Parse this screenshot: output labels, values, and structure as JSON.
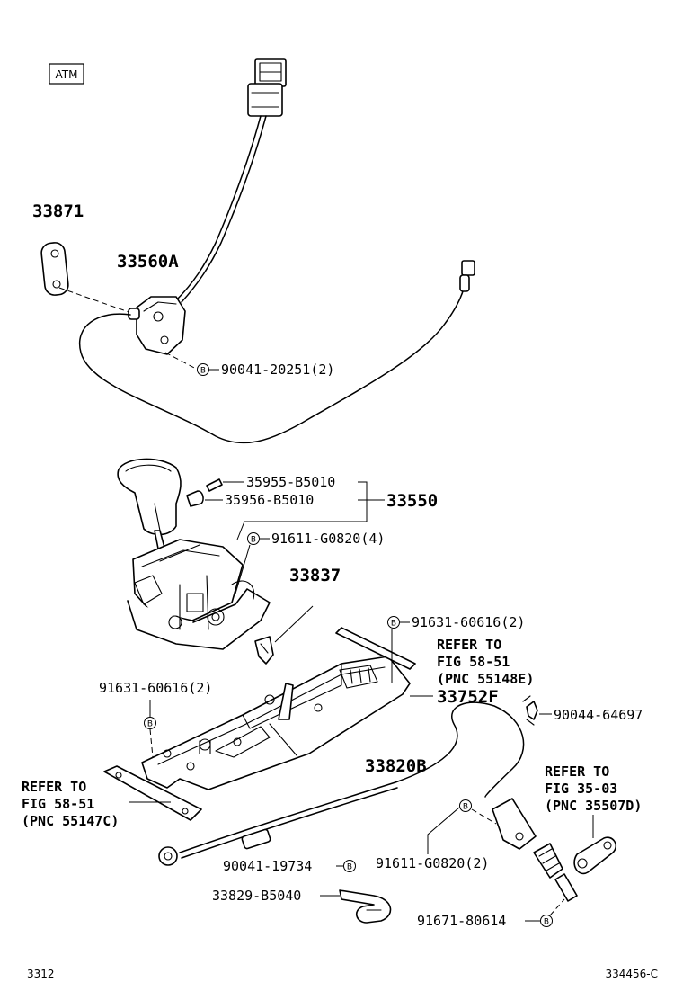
{
  "header": {
    "badge": "ATM"
  },
  "footer": {
    "left_code": "3312",
    "right_code": "334456-C"
  },
  "bolt_symbol": "B",
  "labels": {
    "p33871": "33871",
    "p33560A": "33560A",
    "p90041_20251": "90041-20251(2)",
    "p35955": "35955-B5010",
    "p35956": "35956-B5010",
    "p33550": "33550",
    "p91611_g0820_4": "91611-G0820(4)",
    "p33837": "33837",
    "p91631_60616_top": "91631-60616(2)",
    "p91631_60616_left": "91631-60616(2)",
    "p33752F": "33752F",
    "p90044_64697": "90044-64697",
    "p33820B": "33820B",
    "p91611_g0820_2": "91611-G0820(2)",
    "p90041_19734": "90041-19734",
    "p33829": "33829-B5040",
    "p91671_80614": "91671-80614"
  },
  "refs": {
    "ref1": {
      "line1": "REFER TO",
      "line2": "FIG 58-51",
      "line3": "(PNC 55148E)"
    },
    "ref2": {
      "line1": "REFER TO",
      "line2": "FIG 58-51",
      "line3": "(PNC 55147C)"
    },
    "ref3": {
      "line1": "REFER TO",
      "line2": "FIG 35-03",
      "line3": "(PNC 35507D)"
    }
  }
}
